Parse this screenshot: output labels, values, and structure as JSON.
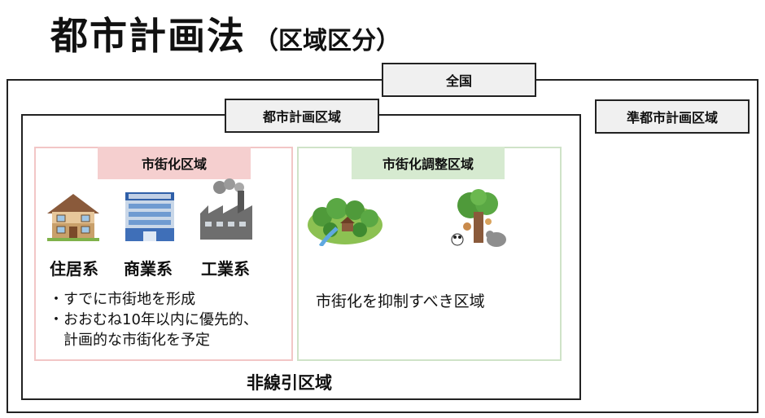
{
  "title": {
    "main": "都市計画法",
    "sub": "（区域区分）"
  },
  "nation_label": "全国",
  "city_planning_label": "都市計画区域",
  "quasi_city_planning_label": "準都市計画区域",
  "urbanization_area": {
    "label": "市街化区域",
    "categories": [
      "住居系",
      "商業系",
      "工業系"
    ],
    "bullets": [
      "・すでに市街地を形成",
      "・おおむね10年以内に優先的、",
      "　計画的な市街化を予定"
    ]
  },
  "urbanization_control_area": {
    "label": "市街化調整区域",
    "description": "市街化を抑制すべき区域"
  },
  "non_line_drawn_label": "非線引区域",
  "colors": {
    "urban_border": "#f2c6c6",
    "urban_tag": "#f5cfcf",
    "control_border": "#cfe3c8",
    "control_tag": "#d6ead0"
  },
  "icons": [
    "house-icon",
    "department-store-icon",
    "factory-icon",
    "forest-icon",
    "animal-tree-icon"
  ]
}
